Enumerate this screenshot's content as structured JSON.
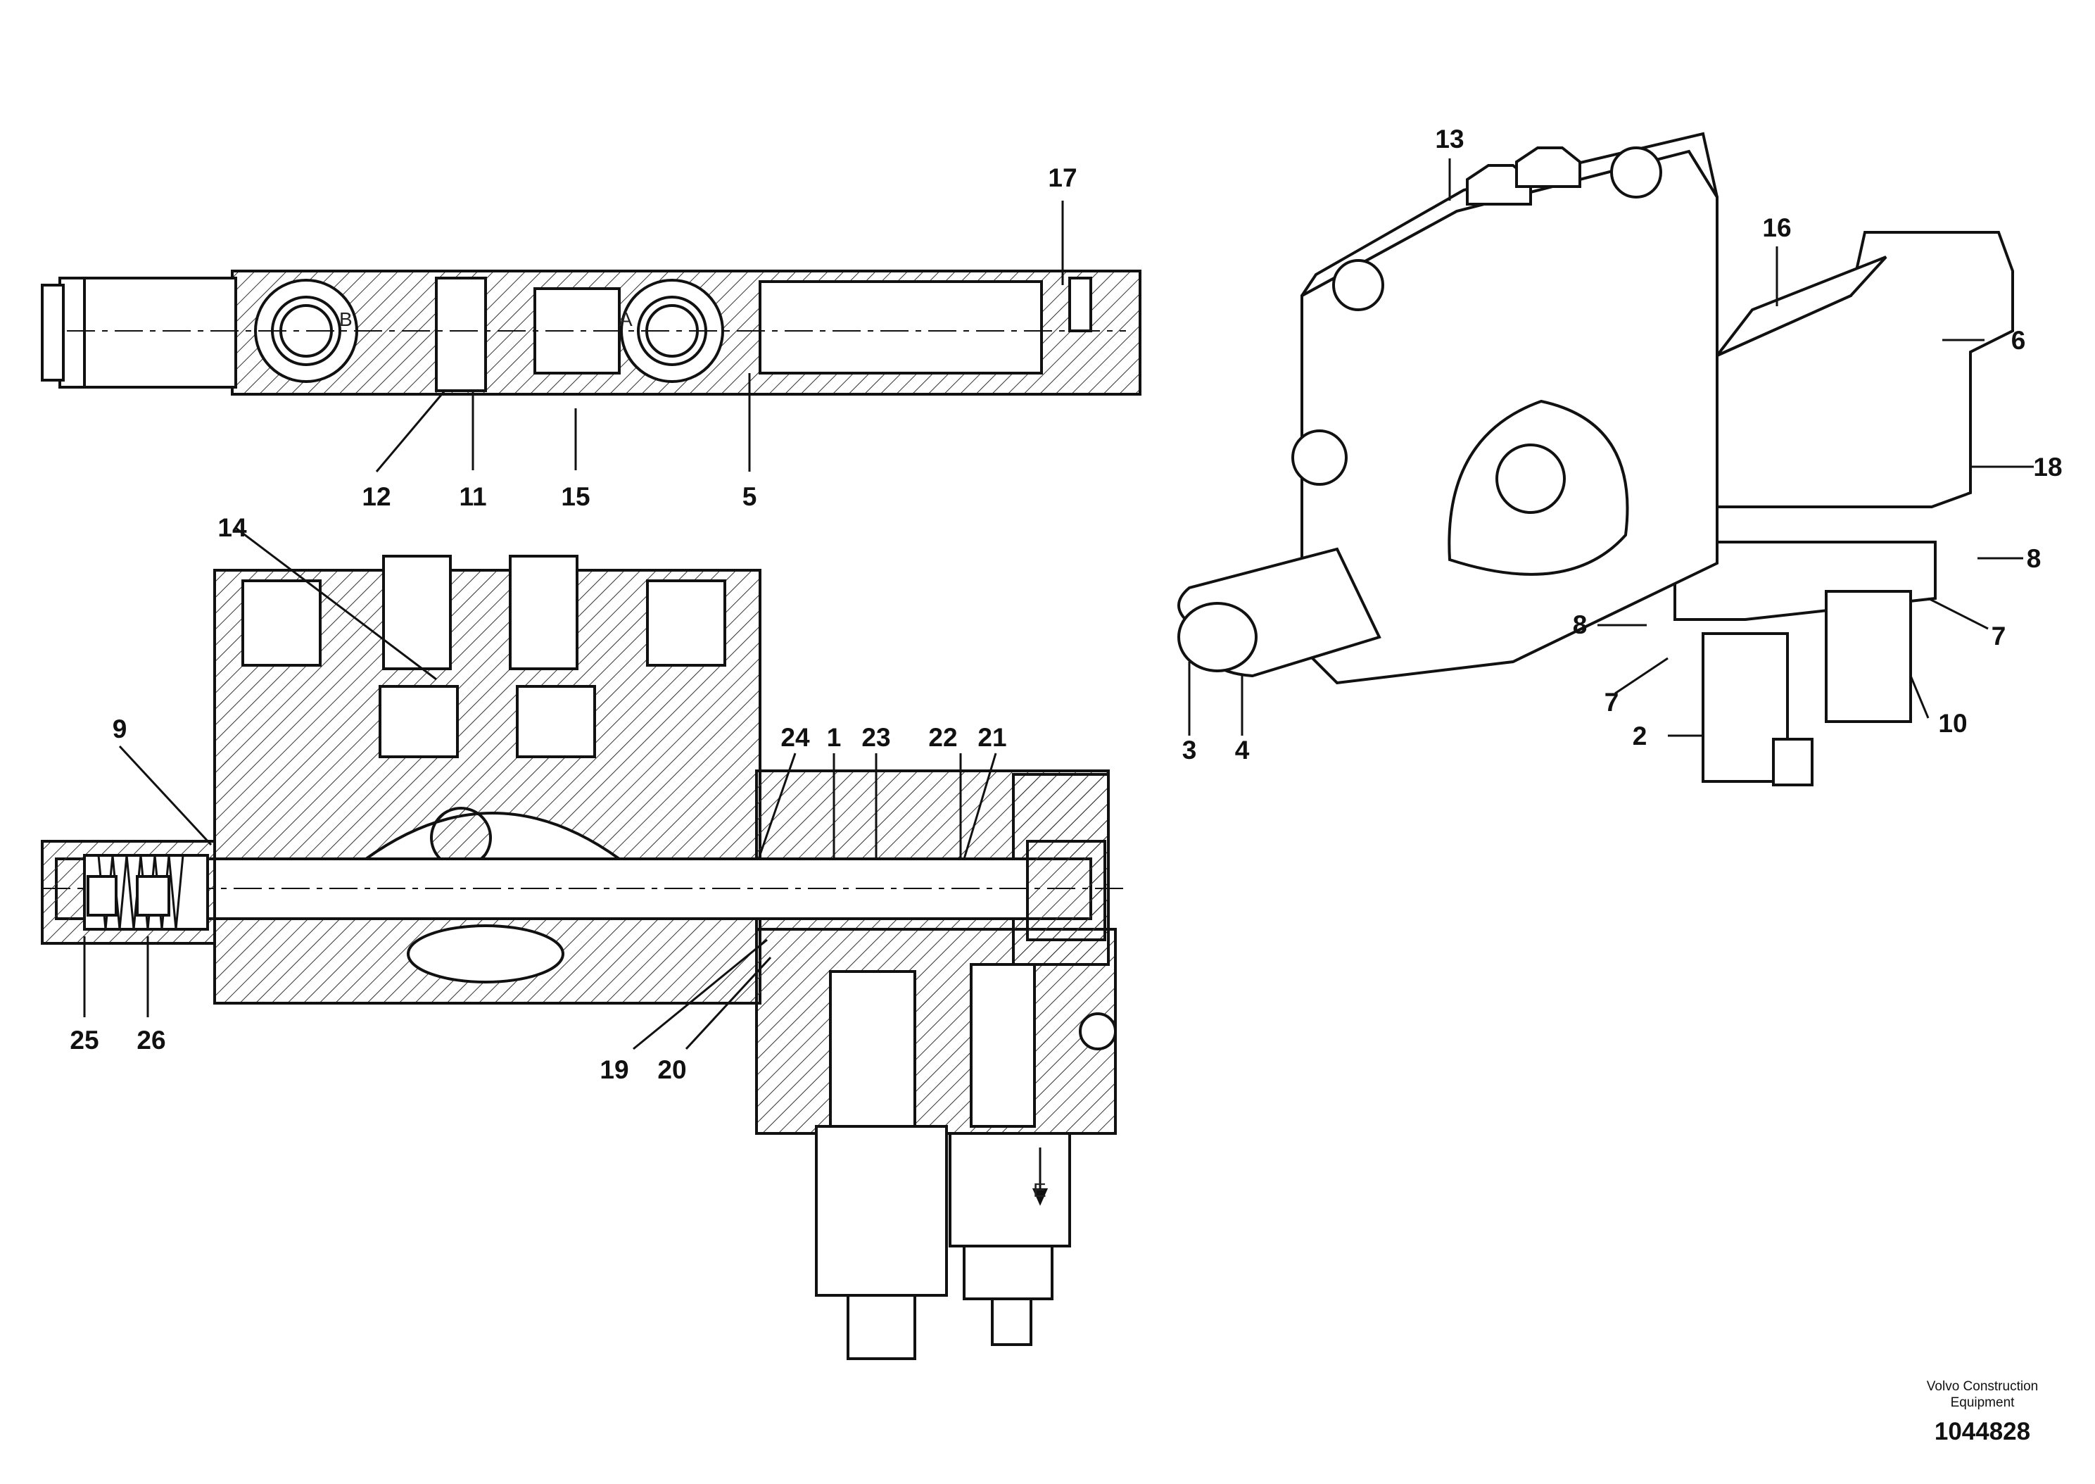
{
  "callouts": [
    "1",
    "2",
    "3",
    "4",
    "5",
    "6",
    "7",
    "7",
    "8",
    "8",
    "9",
    "10",
    "11",
    "12",
    "13",
    "14",
    "15",
    "16",
    "17",
    "18",
    "19",
    "20",
    "21",
    "22",
    "23",
    "24",
    "25",
    "26"
  ],
  "section_markers": {
    "a": "A",
    "b": "B",
    "e": "E"
  },
  "footer": {
    "brand_line1": "Volvo Construction",
    "brand_line2": "Equipment",
    "document_number": "1044828"
  }
}
